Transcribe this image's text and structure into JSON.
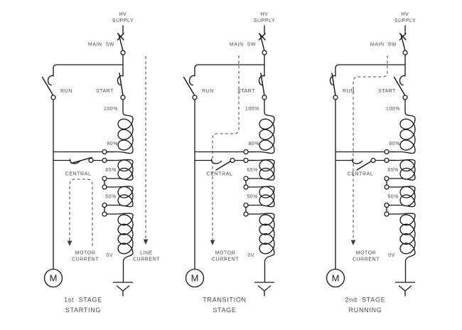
{
  "diagram": {
    "colors": {
      "background": "#ffffff",
      "wire": "#1c1c1c",
      "text": "#4c4c4c",
      "dashed_path": "#4a4a4a"
    },
    "labels": {
      "hv_supply": [
        "HV",
        "SUPPLY"
      ],
      "main_sw": "MAIN  SW",
      "run": "RUN",
      "start": "START",
      "central": "CENTRAL",
      "motor": "M",
      "taps": [
        "100%",
        "80%",
        "65%",
        "50%",
        "0V"
      ],
      "motor_current": [
        "MOTOR",
        "CURRENT"
      ],
      "line_current": [
        "LINE",
        "CURRENT"
      ]
    },
    "panels": [
      {
        "name": "1st-stage-starting",
        "caption": [
          "1st  STAGE",
          "STARTING"
        ],
        "switches": {
          "main_sw": "closed",
          "run": "open",
          "start": "closed",
          "central": "closed"
        },
        "current_paths": [
          "motor-current-loop",
          "line-current"
        ]
      },
      {
        "name": "transition-stage",
        "caption": [
          "TRANSITION",
          "STAGE"
        ],
        "switches": {
          "main_sw": "closed",
          "run": "open",
          "start": "closed",
          "central": "open"
        },
        "current_paths": [
          "supply-to-motor-inner"
        ]
      },
      {
        "name": "2nd-stage-running",
        "caption": [
          "2nd  STAGE",
          "RUNNING"
        ],
        "switches": {
          "main_sw": "closed",
          "run": "closed",
          "start": "open",
          "central": "open"
        },
        "current_paths": [
          "supply-via-run-to-motor"
        ]
      }
    ]
  }
}
